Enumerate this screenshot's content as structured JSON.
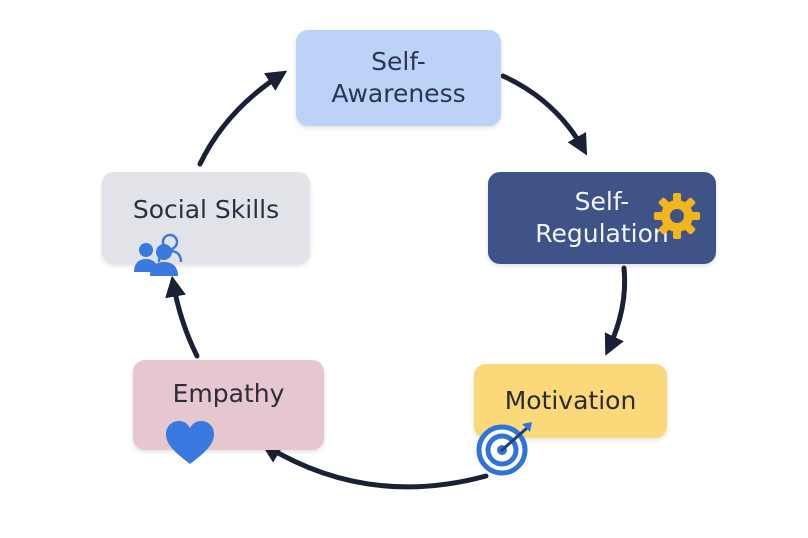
{
  "diagram": {
    "type": "cycle",
    "nodes": [
      {
        "id": "self-awareness",
        "label": "Self-\nAwareness"
      },
      {
        "id": "self-regulation",
        "label": "Self-\nRegulation",
        "icon": "gear-icon"
      },
      {
        "id": "motivation",
        "label": "Motivation",
        "icon": "target-icon"
      },
      {
        "id": "empathy",
        "label": "Empathy",
        "icon": "heart-icon"
      },
      {
        "id": "social-skills",
        "label": "Social Skills",
        "icon": "people-icon"
      }
    ],
    "edges": [
      {
        "from": "self-awareness",
        "to": "self-regulation"
      },
      {
        "from": "self-regulation",
        "to": "motivation"
      },
      {
        "from": "motivation",
        "to": "empathy"
      },
      {
        "from": "empathy",
        "to": "social-skills"
      },
      {
        "from": "social-skills",
        "to": "self-awareness"
      }
    ],
    "colors": {
      "arrow": "#1a2135",
      "self_awareness": "#bcd3f7",
      "self_regulation": "#3f5389",
      "motivation": "#fbd87a",
      "empathy": "#e6c6cf",
      "social_skills": "#e1e3e8",
      "gear": "#f2b51e",
      "target": "#2f74d6",
      "heart": "#3a7ae0",
      "people": "#3a7ae0"
    }
  }
}
